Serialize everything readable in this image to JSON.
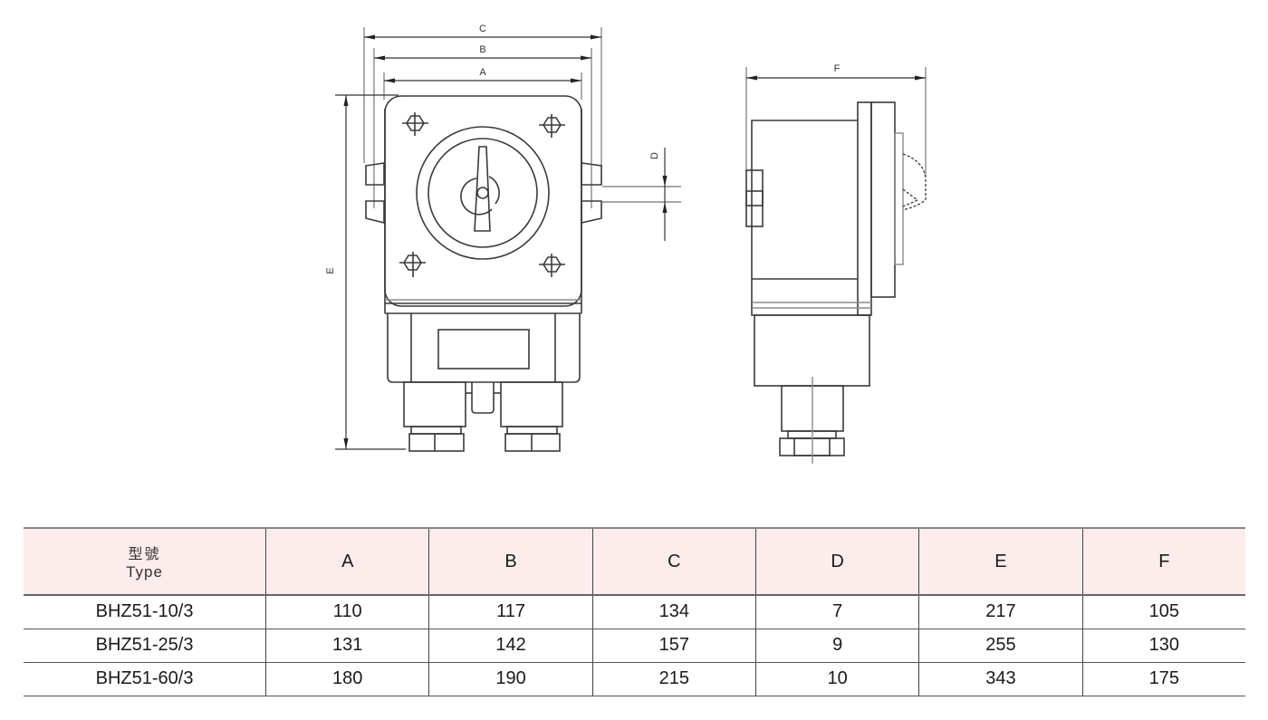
{
  "drawing": {
    "front_view_labels": {
      "A": "A",
      "B": "B",
      "C": "C",
      "D": "D",
      "E": "E"
    },
    "side_view_labels": {
      "F": "F"
    }
  },
  "table": {
    "header": {
      "type_cn": "型號",
      "type_en": "Type",
      "columns": [
        "A",
        "B",
        "C",
        "D",
        "E",
        "F"
      ]
    },
    "rows": [
      {
        "type": "BHZ51-10/3",
        "values": [
          "110",
          "117",
          "134",
          "7",
          "217",
          "105"
        ]
      },
      {
        "type": "BHZ51-25/3",
        "values": [
          "131",
          "142",
          "157",
          "9",
          "255",
          "130"
        ]
      },
      {
        "type": "BHZ51-60/3",
        "values": [
          "180",
          "190",
          "215",
          "10",
          "343",
          "175"
        ]
      }
    ]
  },
  "colors": {
    "header_bg": "#fdecec",
    "line": "#3a3a3a"
  }
}
